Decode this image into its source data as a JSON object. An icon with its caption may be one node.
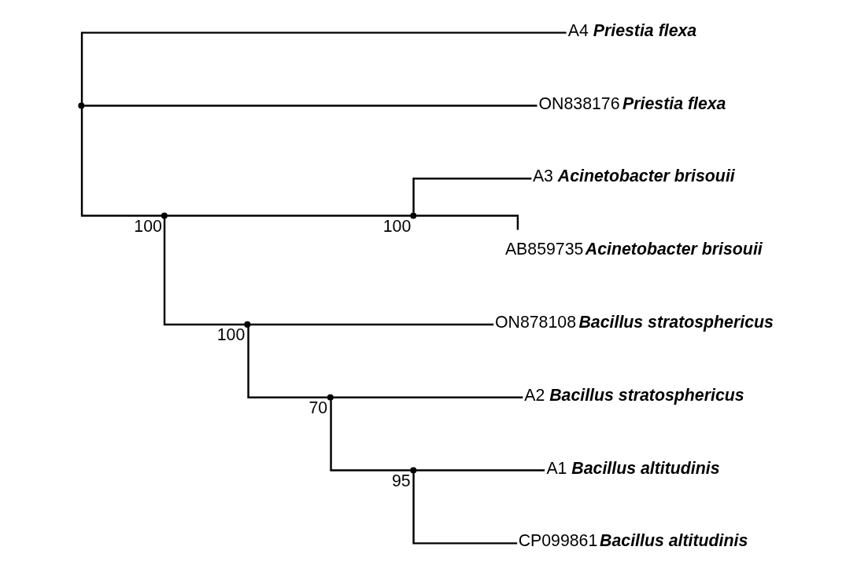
{
  "diagram": {
    "nodes": [
      {
        "text": [],
        "shape": "point"
      },
      {
        "text": [
          "A4",
          "Priestia flexa"
        ]
      },
      {
        "text": [
          "ON838176",
          "Priestia flexa"
        ]
      },
      {
        "text": [],
        "shape": "point",
        "beside": [
          "100"
        ]
      },
      {
        "text": [],
        "shape": "point",
        "beside": [
          "100"
        ]
      },
      {
        "text": [
          "A3",
          "Acinetobacter brisouii"
        ]
      },
      {
        "text": [
          "AB859735",
          "Acinetobacter brisouii"
        ]
      },
      {
        "text": [],
        "shape": "point",
        "beside": [
          "100"
        ]
      },
      {
        "text": [
          "ON878108",
          "Bacillus stratosphericus"
        ]
      },
      {
        "text": [],
        "shape": "point",
        "beside": [
          "70"
        ]
      },
      {
        "text": [
          "A2",
          "Bacillus stratosphericus"
        ]
      },
      {
        "text": [],
        "shape": "point",
        "beside": [
          "95"
        ]
      },
      {
        "text": [
          "A1",
          "Bacillus altitudinis"
        ]
      },
      {
        "text": [
          "CP099861",
          "Bacillus altitudinis"
        ]
      }
    ],
    "edges": [
      {
        "from": 0,
        "to": 1,
        "arrow": "none"
      },
      {
        "from": 0,
        "to": 2,
        "arrow": "none"
      },
      {
        "from": 0,
        "to": 3,
        "arrow": "none"
      },
      {
        "from": 3,
        "to": 4,
        "arrow": "none"
      },
      {
        "from": 4,
        "to": 5,
        "arrow": "none"
      },
      {
        "from": 4,
        "to": 6,
        "arrow": "none"
      },
      {
        "from": 3,
        "to": 7,
        "arrow": "none"
      },
      {
        "from": 7,
        "to": 8,
        "arrow": "none"
      },
      {
        "from": 7,
        "to": 9,
        "arrow": "none"
      },
      {
        "from": 9,
        "to": 10,
        "arrow": "none"
      },
      {
        "from": 9,
        "to": 11,
        "arrow": "none"
      },
      {
        "from": 11,
        "to": 12,
        "arrow": "none"
      },
      {
        "from": 11,
        "to": 13,
        "arrow": "none"
      }
    ]
  }
}
